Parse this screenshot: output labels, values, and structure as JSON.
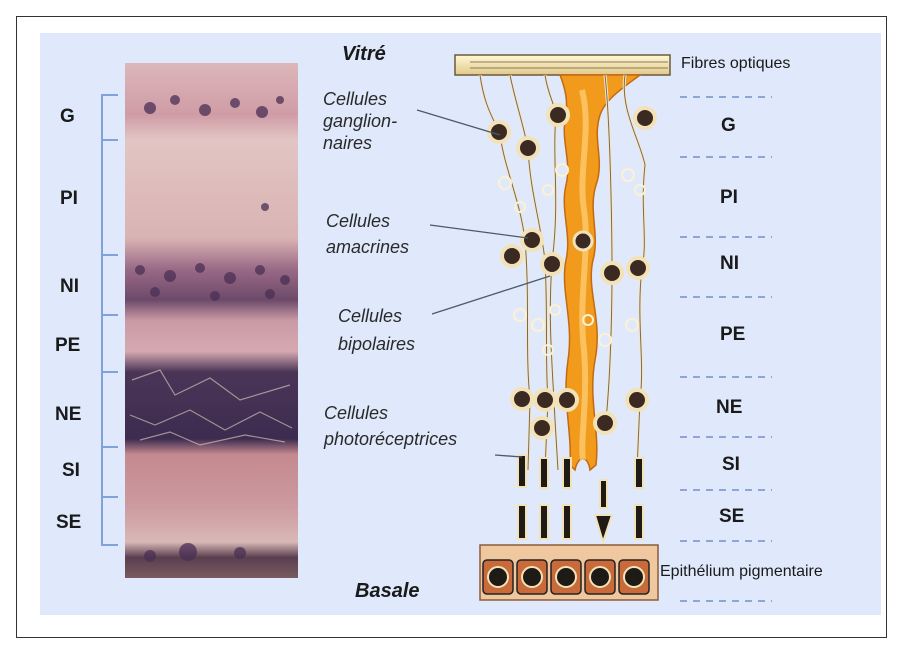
{
  "top_label": "Vitré",
  "bottom_label": "Basale",
  "left_layers": [
    "G",
    "PI",
    "NI",
    "PE",
    "NE",
    "SI",
    "SE"
  ],
  "right_layers": [
    "G",
    "PI",
    "NI",
    "PE",
    "NE",
    "SI",
    "SE"
  ],
  "cell_labels": [
    {
      "lines": [
        "Cellules",
        "ganglion-",
        "naires"
      ]
    },
    {
      "lines": [
        "Cellules",
        "amacrines"
      ]
    },
    {
      "lines": [
        "Cellules",
        "bipolaires"
      ]
    },
    {
      "lines": [
        "Cellules",
        "photoréceptrices"
      ]
    }
  ],
  "fibres_label": "Fibres optiques",
  "epithelium_label": "Epithélium pigmentaire",
  "colors": {
    "panel": "#dfe9fb",
    "bracket": "#7fa2dd",
    "histology_pink": "#c9909a",
    "histology_dark": "#3f2a4a",
    "muller_orange": "#f29a1c",
    "cell_fill": "#3a2a22",
    "cell_ring": "#f3e2b8"
  }
}
